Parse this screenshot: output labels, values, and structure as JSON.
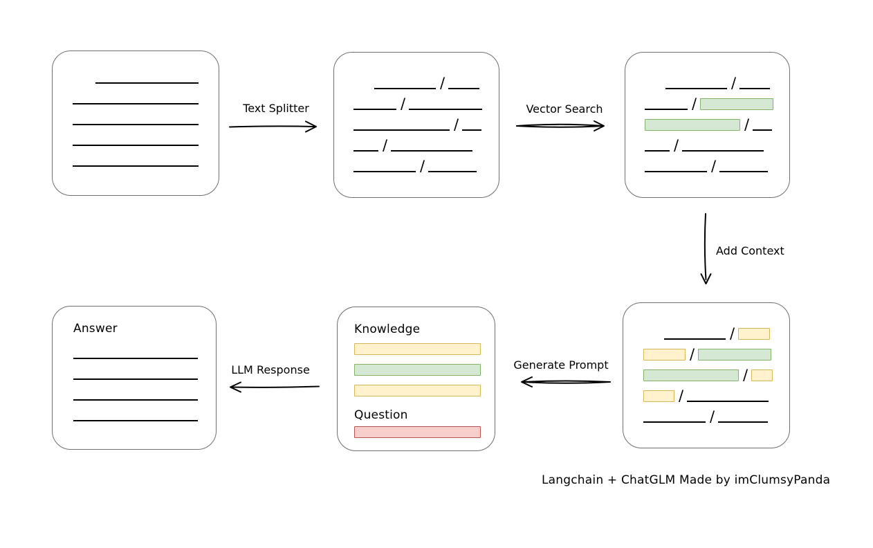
{
  "caption": "Langchain + ChatGLM Made by imClumsyPanda",
  "colors": {
    "ink": "#000000",
    "node_border": "#6e6e6e",
    "green_fill": "#d5e8d4",
    "green_border": "#82b366",
    "yellow_fill": "#fff2cc",
    "yellow_border": "#d6b656",
    "red_fill": "#f8cecc",
    "red_border": "#b85450"
  },
  "labels": {
    "text_splitter": "Text Splitter",
    "vector_search": "Vector Search",
    "add_context": "Add Context",
    "generate_prompt": "Generate Prompt",
    "llm_response": "LLM Response"
  },
  "boxes": {
    "document": {
      "rows": [
        [
          {
            "t": "gap",
            "w": 33
          },
          {
            "t": "line",
            "w": 149
          }
        ],
        [
          {
            "t": "line",
            "w": 182
          }
        ],
        [
          {
            "t": "line",
            "w": 182
          }
        ],
        [
          {
            "t": "line",
            "w": 182
          }
        ],
        [
          {
            "t": "line",
            "w": 182
          }
        ]
      ]
    },
    "chunks": {
      "rows": [
        [
          {
            "t": "gap",
            "w": 30
          },
          {
            "t": "line",
            "w": 89
          },
          {
            "t": "slash"
          },
          {
            "t": "line",
            "w": 45
          }
        ],
        [
          {
            "t": "line",
            "w": 62
          },
          {
            "t": "slash"
          },
          {
            "t": "line",
            "w": 106
          }
        ],
        [
          {
            "t": "line",
            "w": 139
          },
          {
            "t": "slash"
          },
          {
            "t": "line",
            "w": 28
          }
        ],
        [
          {
            "t": "line",
            "w": 36
          },
          {
            "t": "slash"
          },
          {
            "t": "line",
            "w": 118
          }
        ],
        [
          {
            "t": "line",
            "w": 90
          },
          {
            "t": "slash"
          },
          {
            "t": "line",
            "w": 70
          }
        ]
      ]
    },
    "search_result": {
      "rows": [
        [
          {
            "t": "gap",
            "w": 30
          },
          {
            "t": "line",
            "w": 89
          },
          {
            "t": "slash"
          },
          {
            "t": "line",
            "w": 44
          }
        ],
        [
          {
            "t": "line",
            "w": 62
          },
          {
            "t": "slash"
          },
          {
            "t": "chunk",
            "c": "green",
            "w": 106
          }
        ],
        [
          {
            "t": "chunk",
            "c": "green",
            "w": 138
          },
          {
            "t": "slash"
          },
          {
            "t": "line",
            "w": 28
          }
        ],
        [
          {
            "t": "line",
            "w": 36
          },
          {
            "t": "slash"
          },
          {
            "t": "line",
            "w": 118
          }
        ],
        [
          {
            "t": "line",
            "w": 90
          },
          {
            "t": "slash"
          },
          {
            "t": "line",
            "w": 70
          }
        ]
      ]
    },
    "context": {
      "rows": [
        [
          {
            "t": "gap",
            "w": 30
          },
          {
            "t": "line",
            "w": 89
          },
          {
            "t": "slash"
          },
          {
            "t": "chunk",
            "c": "yellow",
            "w": 46
          }
        ],
        [
          {
            "t": "chunk",
            "c": "yellow",
            "w": 61
          },
          {
            "t": "slash"
          },
          {
            "t": "chunk",
            "c": "green",
            "w": 106
          }
        ],
        [
          {
            "t": "chunk",
            "c": "green",
            "w": 138
          },
          {
            "t": "slash"
          },
          {
            "t": "chunk",
            "c": "yellow",
            "w": 31
          }
        ],
        [
          {
            "t": "chunk",
            "c": "yellow",
            "w": 45
          },
          {
            "t": "slash"
          },
          {
            "t": "line",
            "w": 118
          }
        ],
        [
          {
            "t": "line",
            "w": 90
          },
          {
            "t": "slash"
          },
          {
            "t": "line",
            "w": 72
          }
        ]
      ]
    },
    "prompt": {
      "knowledge_label": "Knowledge",
      "question_label": "Question",
      "knowledge_bars": [
        "yellow",
        "green",
        "yellow"
      ],
      "question_bars": [
        "red"
      ]
    },
    "answer": {
      "title": "Answer",
      "rows": [
        [
          {
            "t": "line",
            "w": 180
          }
        ],
        [
          {
            "t": "line",
            "w": 180
          }
        ],
        [
          {
            "t": "line",
            "w": 180
          }
        ],
        [
          {
            "t": "line",
            "w": 180
          }
        ]
      ]
    }
  }
}
